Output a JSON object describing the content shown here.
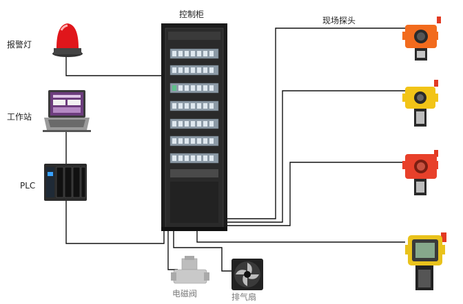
{
  "labels": {
    "cabinet": "控制柜",
    "probes": "现场探头",
    "alarm_light": "报警灯",
    "workstation": "工作站",
    "plc": "PLC",
    "solenoid_valve": "电磁阀",
    "exhaust_fan": "排气扇"
  },
  "colors": {
    "wire": "#111111",
    "cabinet": "#1b1b1b",
    "alarm_red": "#e0161b",
    "probe_orange": "#f26b1d",
    "probe_yellow": "#f2c417",
    "probe_red": "#e8402a",
    "probe_yellow_2": "#e9c21c"
  }
}
